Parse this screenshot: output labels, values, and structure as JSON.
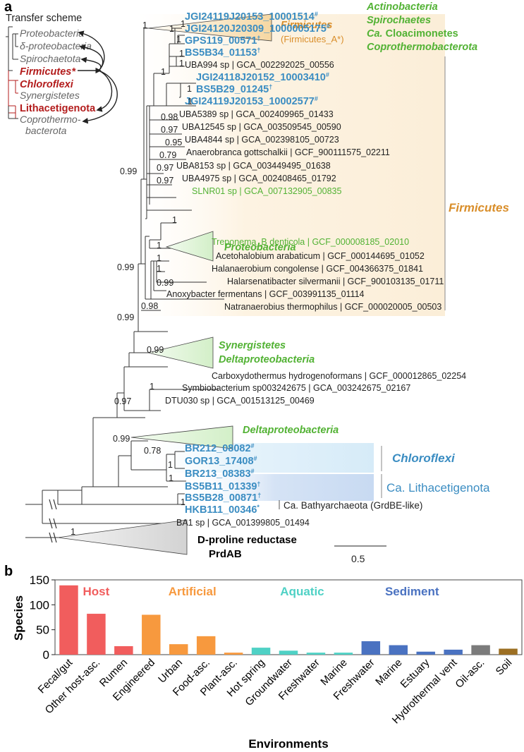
{
  "panel_a": {
    "label": "a",
    "transfer_scheme": {
      "title": "Transfer scheme",
      "taxa": [
        "Proteobacteria",
        "δ-proteobacteria",
        "Spirochaetota",
        "Firmicutes*",
        "Chloroflexi",
        "Synergistetes",
        "Lithacetigenota",
        "Coprothermo-",
        "bacterota"
      ]
    },
    "top_right_groups": [
      "Actinobacteria",
      "Spirochaetes",
      "Ca. Cloacimonetes",
      "Coprothermobacterota"
    ],
    "top_right_ca_prefix": "Ca.",
    "top_right_ca_rest": " Cloacimonetes",
    "clade_firmicutes": {
      "name": "Firmicutes",
      "sub": "(Firmicutes_A*)"
    },
    "tree_leaves": [
      {
        "label": "JGI24119J20153_10001514",
        "sup": "#",
        "kind": "blue"
      },
      {
        "label": "JGI24120J20309_1000005175",
        "sup": "#",
        "kind": "blue"
      },
      {
        "label": "GPS119_00571",
        "sup": "†",
        "kind": "blue"
      },
      {
        "label": "BS5B34_01153",
        "sup": "†",
        "kind": "blue"
      },
      {
        "label": "UBA994 sp | GCA_002292025_00556",
        "kind": "black"
      },
      {
        "label": "JGI24118J20152_10003410",
        "sup": "#",
        "kind": "blue"
      },
      {
        "label": "BS5B29_01245",
        "sup": "†",
        "kind": "blue"
      },
      {
        "label": "JGI24119J20153_10002577",
        "sup": "#",
        "kind": "blue"
      },
      {
        "label": "UBA5389 sp | GCA_002409965_01433",
        "kind": "black"
      },
      {
        "label": "UBA12545 sp | GCA_003509545_00590",
        "kind": "black"
      },
      {
        "label": "UBA4844 sp | GCA_002398105_00723",
        "kind": "black"
      },
      {
        "label": "Anaerobranca gottschalkii | GCF_900111575_02211",
        "kind": "black"
      },
      {
        "label": "UBA8153 sp | GCA_003449495_01638",
        "kind": "black"
      },
      {
        "label": "UBA4975 sp | GCA_002408465_01792",
        "kind": "black"
      },
      {
        "label": "SLNR01 sp | GCA_007132905_00835",
        "kind": "green"
      },
      {
        "label": "Treponema_B denticola | GCF_000008185_02010",
        "kind": "green"
      },
      {
        "label": "Acetohalobium arabaticum | GCF_000144695_01052",
        "kind": "black"
      },
      {
        "label": "Halanaerobium congolense | GCF_004366375_01841",
        "kind": "black"
      },
      {
        "label": "Halarsenatibacter silvermanii | GCF_900103135_01711",
        "kind": "black"
      },
      {
        "label": "Anoxybacter fermentans | GCF_003991135_01114",
        "kind": "black"
      },
      {
        "label": "Natranaerobius thermophilus | GCF_000020005_00503",
        "kind": "black"
      },
      {
        "label": "Carboxydothermus hydrogenoformans | GCF_000012865_02254",
        "kind": "black"
      },
      {
        "label": "Symbiobacterium sp003242675 | GCA_003242675_02167",
        "kind": "black"
      },
      {
        "label": "DTU030 sp | GCA_001513125_00469",
        "kind": "black"
      },
      {
        "label": "BR212_08082",
        "sup": "#",
        "kind": "blue"
      },
      {
        "label": "GOR13_17408",
        "sup": "#",
        "kind": "blue"
      },
      {
        "label": "BR213_08383",
        "sup": "#",
        "kind": "blue"
      },
      {
        "label": "BS5B11_01339",
        "sup": "†",
        "kind": "blue"
      },
      {
        "label": "BS5B28_00871",
        "sup": "†",
        "kind": "blue"
      },
      {
        "label": "HKB111_00346",
        "sup": "*",
        "kind": "blue"
      },
      {
        "label": "BA1 sp | GCA_001399805_01494",
        "kind": "black"
      }
    ],
    "collapsed_clades": {
      "proteobacteria": "Proteobacteria",
      "synergistetes": "Synergistetes",
      "deltaproteobacteria_1": "Deltaproteobacteria",
      "deltaproteobacteria_2": "Deltaproteobacteria"
    },
    "group_labels": {
      "firmicutes": "Firmicutes",
      "chloroflexi": "Chloroflexi",
      "lithacetigenota": "Ca. Lithacetigenota",
      "bathyarchaeota": "Ca. Bathyarchaeota (GrdBE-like)"
    },
    "support_values": [
      "1",
      "1",
      "1",
      "1",
      "1",
      "1",
      "0.98",
      "1",
      "1",
      "0.97",
      "0.95",
      "0.79",
      "0.97",
      "0.97",
      "0.98",
      "0.99",
      "1",
      "1",
      "0.99",
      "0.99",
      "0.98",
      "0.99",
      "1",
      "0.97",
      "0.99",
      "0.78",
      "1",
      "1",
      "1"
    ],
    "outgroup": {
      "line1": "D-proline reductase",
      "line2": "PrdAB",
      "support": "1"
    },
    "scale_bar": "0.5"
  },
  "chart_data": {
    "type": "bar",
    "panel_label": "b",
    "categories": [
      "Fecal/gut",
      "Other host-asc.",
      "Rumen",
      "Engineered",
      "Urban",
      "Food-asc.",
      "Plant-asc.",
      "Hot spring",
      "Groundwater",
      "Freshwater",
      "Marine",
      "Freshwater",
      "Marine",
      "Estuary",
      "Hydrothermal vent",
      "Oil-asc.",
      "Soil"
    ],
    "values": [
      139,
      82,
      17,
      80,
      21,
      37,
      4,
      14,
      8,
      4,
      4,
      27,
      19,
      6,
      10,
      19,
      12
    ],
    "groups": [
      {
        "name": "Host",
        "color": "#f15d5d",
        "start": 0,
        "end": 2
      },
      {
        "name": "Artificial",
        "color": "#f7993e",
        "start": 3,
        "end": 6
      },
      {
        "name": "Aquatic",
        "color": "#4fd1c5",
        "start": 7,
        "end": 10
      },
      {
        "name": "Sediment",
        "color": "#4a72c1",
        "start": 11,
        "end": 14
      },
      {
        "name": "",
        "color": "#7b7b7b",
        "start": 15,
        "end": 15
      },
      {
        "name": "",
        "color": "#9c6f23",
        "start": 16,
        "end": 16
      }
    ],
    "xlabel": "Environments",
    "ylabel": "Species",
    "ylim": [
      0,
      150
    ],
    "yticks": [
      0,
      50,
      100,
      150
    ],
    "grid": false
  },
  "colors": {
    "blue": "#3b8dc2",
    "green": "#52b234",
    "orange": "#d98e2a",
    "red": "#b31c1c",
    "firmicutes_bg": "#fbeed8",
    "chloroflexi_bg": "#dbeef8"
  }
}
